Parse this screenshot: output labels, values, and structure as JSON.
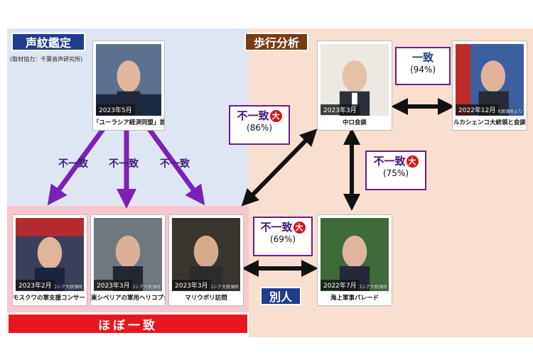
{
  "headers": {
    "voiceprint": "声紋鑑定",
    "gait": "歩行分析"
  },
  "credit": "(取材協力：千葉音声研究所)",
  "cards": {
    "eurasia": {
      "date": "2023年5月",
      "caption": "「ユーラシア経済同盟」首脳会議"
    },
    "china": {
      "date": "2023年3月",
      "caption": "中ロ会談"
    },
    "lukashenko": {
      "date": "2022年12月",
      "caption": "ルカシェンコ大統領と会談",
      "watermark": "ベラルーシ大統領府より"
    },
    "moscow": {
      "date": "2023年2月",
      "caption": "モスクワの軍支援コンサート",
      "watermark": "ロシア大統領府"
    },
    "siberia": {
      "date": "2023年3月",
      "caption": "東シベリアの軍用ヘリコプター工場視察",
      "watermark": "ロシア大統領府"
    },
    "mariupol": {
      "date": "2023年3月",
      "caption": "マリウポリ訪問",
      "watermark": "ロシア大統領府"
    },
    "naval": {
      "date": "2022年7月",
      "caption": "海上軍事パレード",
      "watermark": "ロシア大統領府"
    }
  },
  "labels": {
    "fuicchi": "不一致",
    "icchi": "一致",
    "dai": "大",
    "pct_94": "(94%)",
    "pct_86": "(86%)",
    "pct_75": "(75%)",
    "pct_69": "(69%)"
  },
  "bottom_bar": "ほぼ一致",
  "betsunin": "別人",
  "colors": {
    "purple": "#7b22b5",
    "navy": "#1f3d8a",
    "red": "#e8161f",
    "brown": "#7a3b11"
  }
}
